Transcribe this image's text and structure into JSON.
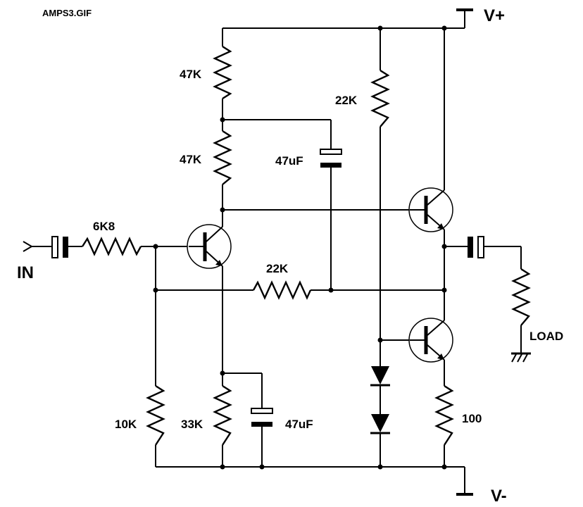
{
  "title": "AMPS3.GIF",
  "rails": {
    "positive": "V+",
    "negative": "V-"
  },
  "io": {
    "input": "IN",
    "output": "LOAD"
  },
  "components": {
    "r_top1": "47K",
    "r_top2": "47K",
    "r_vbias": "22K",
    "r_input": "6K8",
    "r_feedback": "22K",
    "r_bias_low": "10K",
    "r_emitter": "33K",
    "r_out": "100",
    "c_bootstrap": "47uF",
    "c_emitter": "47uF"
  }
}
